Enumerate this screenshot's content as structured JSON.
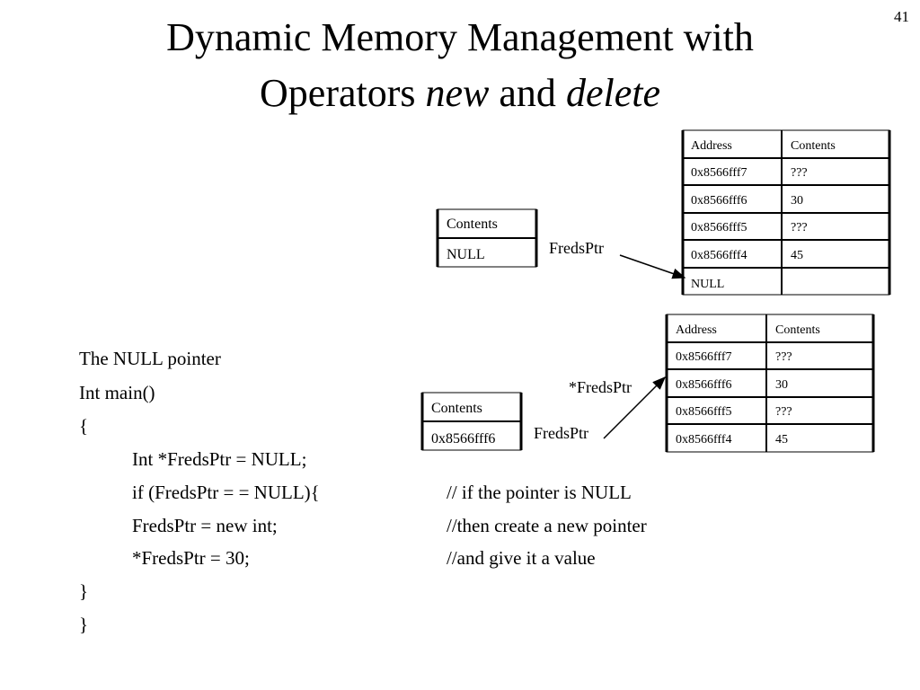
{
  "slide_number": "41",
  "title": {
    "line1": "Dynamic Memory Management with",
    "line2_prefix": "Operators ",
    "new_word": "new",
    "and_word": " and ",
    "delete_word": "delete"
  },
  "memory_table_top": {
    "header": [
      "Address",
      "Contents"
    ],
    "rows": [
      [
        "0x8566fff7",
        "???"
      ],
      [
        "0x8566fff6",
        "30"
      ],
      [
        "0x8566fff5",
        "???"
      ],
      [
        "0x8566fff4",
        "45"
      ],
      [
        "NULL",
        ""
      ]
    ]
  },
  "memory_table_bottom": {
    "header": [
      "Address",
      "Contents"
    ],
    "rows": [
      [
        "0x8566fff7",
        "???"
      ],
      [
        "0x8566fff6",
        "30"
      ],
      [
        "0x8566fff5",
        "???"
      ],
      [
        "0x8566fff4",
        "45"
      ]
    ]
  },
  "pointer_box_top": {
    "header": "Contents",
    "value": "NULL"
  },
  "pointer_box_bottom": {
    "header": "Contents",
    "value": "0x8566fff6"
  },
  "labels": {
    "fredsptr_top": "FredsPtr",
    "fredsptr_bottom": "FredsPtr",
    "deref_fredsptr": "*FredsPtr"
  },
  "code": {
    "heading": "The NULL pointer",
    "lines": [
      "Int main()",
      "{",
      "Int *FredsPtr = NULL;",
      "if (FredsPtr = = NULL){",
      "FredsPtr = new int;",
      "*FredsPtr = 30;",
      "}",
      "}"
    ],
    "comments": [
      "// if the pointer is NULL",
      "//then create a new pointer",
      "//and give it a value"
    ]
  }
}
